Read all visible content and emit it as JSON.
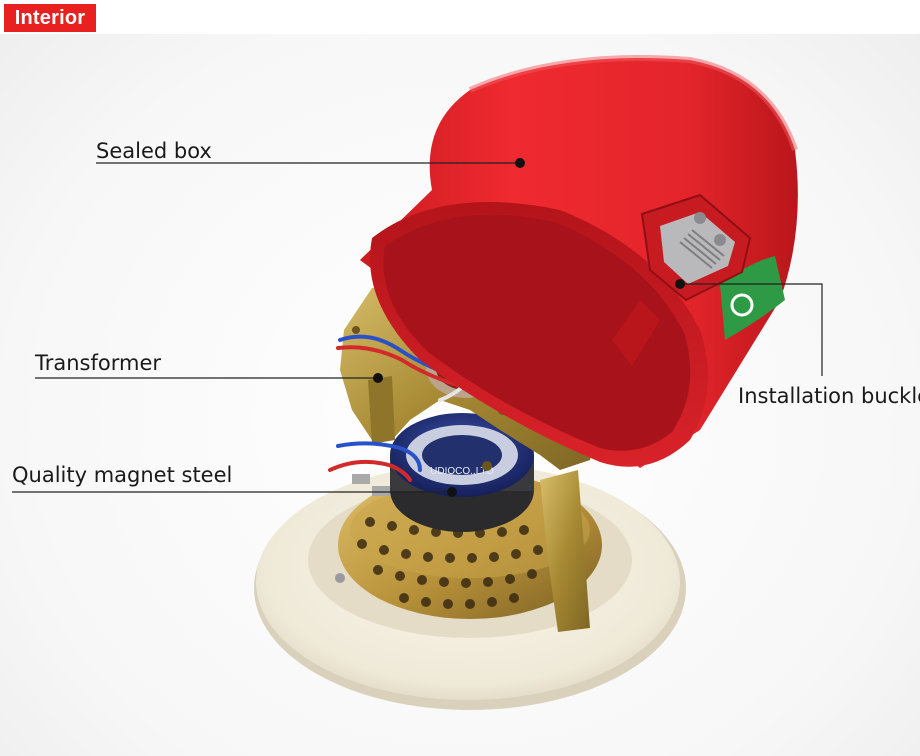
{
  "header": {
    "badge_label": "Interior"
  },
  "callouts": {
    "sealed_box": "Sealed box",
    "transformer": "Transformer",
    "magnet": "Quality magnet steel",
    "buckle": "Installation buckle"
  },
  "colors": {
    "badge": "#e8201f",
    "box_red": "#e8232b",
    "bracket_gold": "#b59a3a",
    "grille_gold": "#c8a448",
    "ring_cream": "#f1ecdd",
    "magnet_blue": "#1f2f7a",
    "sticker_green": "#2f9a45"
  },
  "product_print": {
    "magnet_label": "UDIOCO.,LTD"
  }
}
